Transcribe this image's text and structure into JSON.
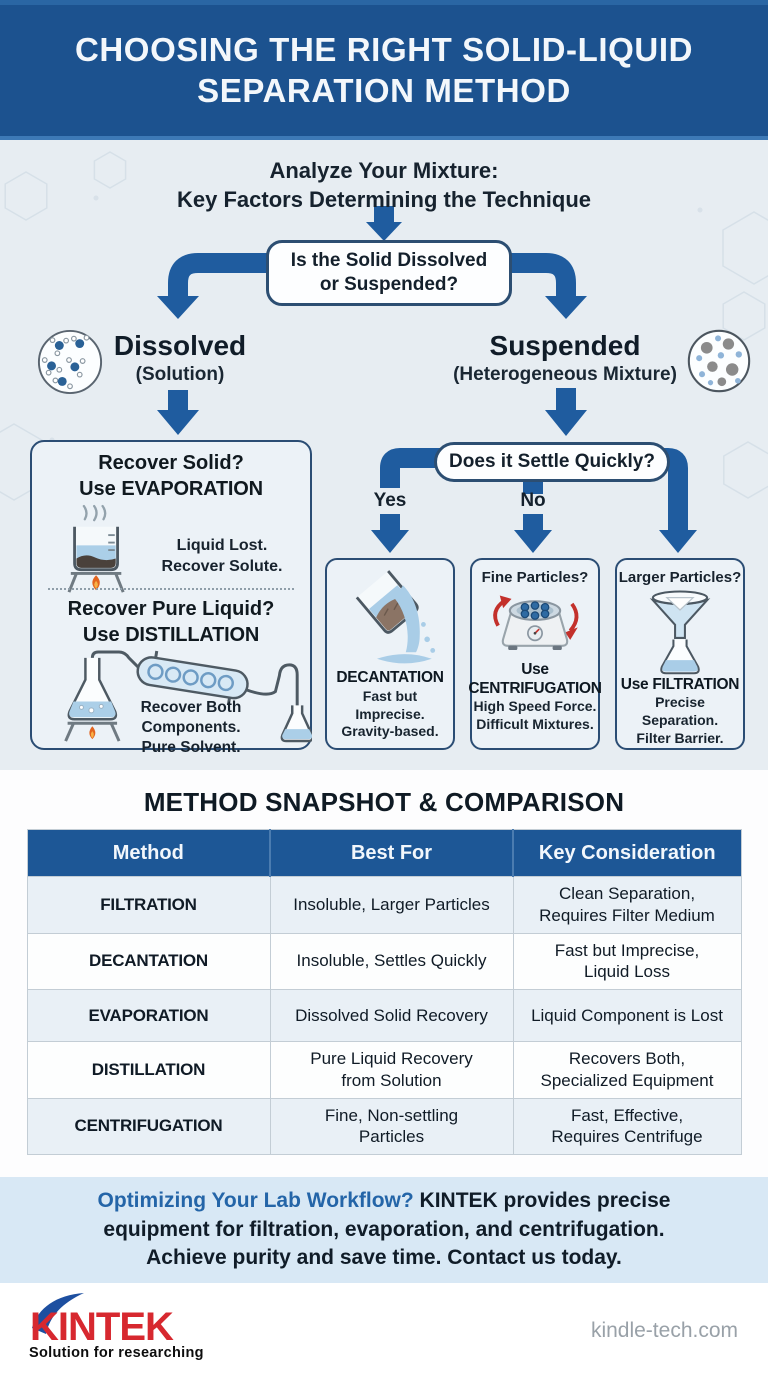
{
  "header": {
    "title_line1": "CHOOSING THE RIGHT SOLID-LIQUID",
    "title_line2": "SEPARATION METHOD"
  },
  "intro": {
    "line1": "Analyze Your Mixture:",
    "line2": "Key Factors Determining the Technique"
  },
  "flow": {
    "question1": "Is the Solid Dissolved or Suspended?",
    "branch_dissolved": {
      "title": "Dissolved",
      "subtitle": "(Solution)"
    },
    "branch_suspended": {
      "title": "Suspended",
      "subtitle": "(Heterogeneous Mixture)"
    },
    "evaporation": {
      "question": "Recover Solid?",
      "use_prefix": "Use",
      "method": "EVAPORATION",
      "note_line1": "Liquid Lost.",
      "note_line2": "Recover Solute."
    },
    "distillation": {
      "question": "Recover Pure Liquid?",
      "use_prefix": "Use",
      "method": "DISTILLATION",
      "note_line1": "Recover Both Components.",
      "note_line2": "Pure Solvent."
    },
    "question2": "Does it Settle Quickly?",
    "label_yes": "Yes",
    "label_no": "No",
    "decantation": {
      "method": "DECANTATION",
      "note_line1": "Fast but Imprecise.",
      "note_line2": "Gravity-based."
    },
    "centrifugation": {
      "question": "Fine Particles?",
      "use_prefix": "Use",
      "method": "CENTRIFUGATION",
      "note_line1": "High Speed Force.",
      "note_line2": "Difficult Mixtures."
    },
    "filtration": {
      "question": "Larger Particles?",
      "use_prefix": "Use",
      "method": "FILTRATION",
      "note_line1": "Precise Separation.",
      "note_line2": "Filter Barrier."
    }
  },
  "comparison": {
    "title": "METHOD SNAPSHOT & COMPARISON",
    "headers": [
      "Method",
      "Best For",
      "Key Consideration"
    ],
    "rows": [
      {
        "method": "FILTRATION",
        "best_for": "Insoluble, Larger Particles",
        "consideration": "Clean Separation,\nRequires Filter Medium"
      },
      {
        "method": "DECANTATION",
        "best_for": "Insoluble, Settles Quickly",
        "consideration": "Fast but Imprecise,\nLiquid Loss"
      },
      {
        "method": "EVAPORATION",
        "best_for": "Dissolved Solid Recovery",
        "consideration": "Liquid Component is Lost"
      },
      {
        "method": "DISTILLATION",
        "best_for": "Pure Liquid Recovery\nfrom Solution",
        "consideration": "Recovers Both,\nSpecialized Equipment"
      },
      {
        "method": "CENTRIFUGATION",
        "best_for": "Fine, Non-settling\nParticles",
        "consideration": "Fast, Effective,\nRequires Centrifuge"
      }
    ]
  },
  "cta": {
    "highlight": "Optimizing Your Lab Workflow?",
    "rest": " KINTEK provides precise equipment for filtration, evaporation, and centrifugation. Achieve purity and save time. Contact us today."
  },
  "brand": {
    "logo_text": "KINTEK",
    "tagline": "Solution for researching",
    "website": "kindle-tech.com"
  },
  "icons": {
    "dissolved": "molecules-circle-icon",
    "suspended": "particles-circle-icon",
    "evaporation": "heated-beaker-icon",
    "distillation": "distillation-apparatus-icon",
    "decantation": "pouring-beaker-icon",
    "centrifugation": "centrifuge-icon",
    "filtration": "funnel-flask-icon"
  },
  "colors": {
    "header_blue": "#1c528f",
    "arrow_blue": "#1f5c9f",
    "flow_background": "#e7edf2",
    "box_border": "#2b4d74",
    "table_header_blue": "#1d5796",
    "table_row_alt": "#e9f0f6",
    "cta_band": "#d8e8f5",
    "cta_highlight_blue": "#2465a8",
    "logo_red": "#d7282f",
    "logo_blue": "#1d4fa0",
    "website_gray": "#99a1a8"
  }
}
